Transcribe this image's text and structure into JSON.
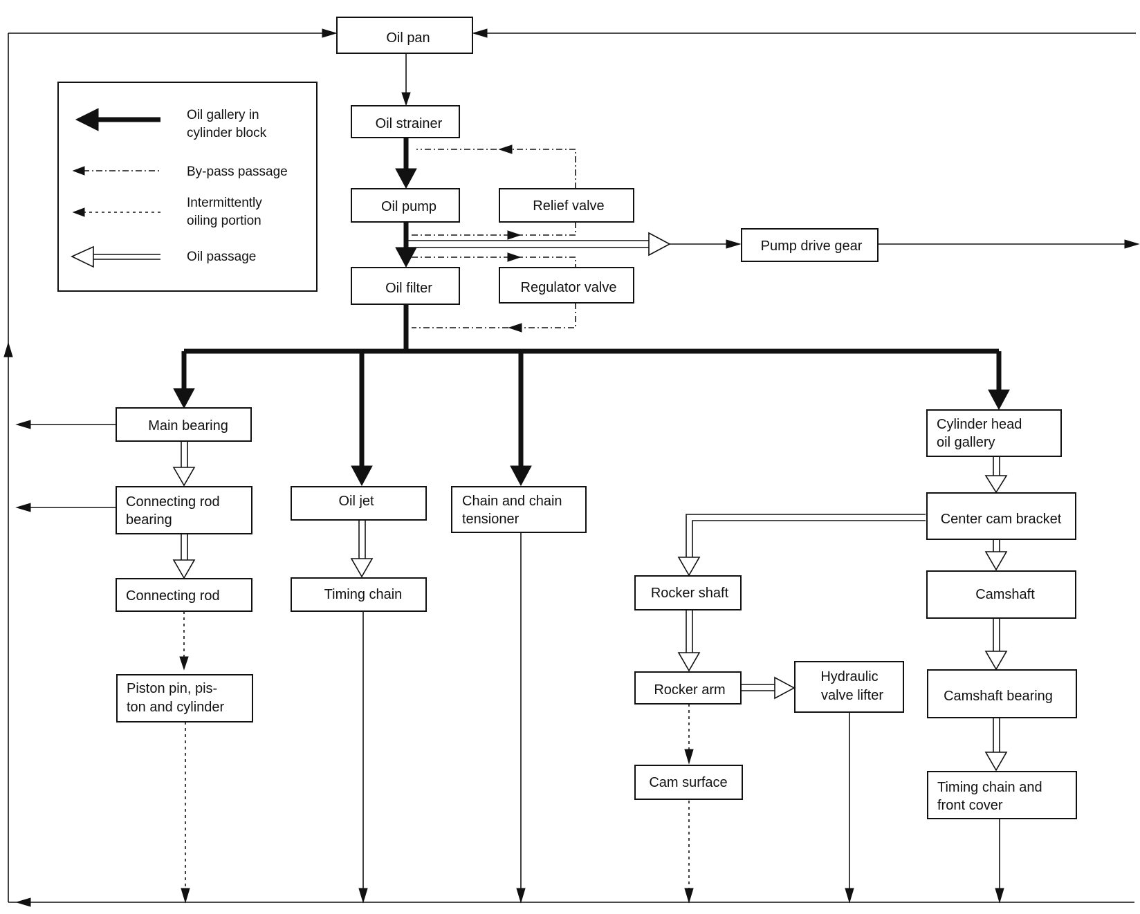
{
  "legend": {
    "gallery": [
      "Oil gallery in",
      "cylinder block"
    ],
    "bypass": [
      "By-pass passage"
    ],
    "intermittent": [
      "Intermittently",
      "oiling portion"
    ],
    "passage": [
      "Oil passage"
    ]
  },
  "nodes": {
    "oil_pan": [
      "Oil pan"
    ],
    "oil_strainer": [
      "Oil strainer"
    ],
    "oil_pump": [
      "Oil pump"
    ],
    "relief_valve": [
      "Relief valve"
    ],
    "oil_filter": [
      "Oil filter"
    ],
    "regulator_valve": [
      "Regulator valve"
    ],
    "pump_drive_gear": [
      "Pump drive gear"
    ],
    "main_bearing": [
      "Main bearing"
    ],
    "connecting_rod_bearing": [
      "Connecting rod",
      "bearing"
    ],
    "connecting_rod": [
      "Connecting rod"
    ],
    "piston_pin": [
      "Piston pin, pis-",
      "ton and cylinder"
    ],
    "oil_jet": [
      "Oil jet"
    ],
    "timing_chain": [
      "Timing chain"
    ],
    "chain_tensioner": [
      "Chain and chain",
      "tensioner"
    ],
    "cylinder_head_gallery": [
      "Cylinder head",
      "oil gallery"
    ],
    "center_cam_bracket": [
      "Center cam bracket"
    ],
    "rocker_shaft": [
      "Rocker shaft"
    ],
    "camshaft": [
      "Camshaft"
    ],
    "rocker_arm": [
      "Rocker arm"
    ],
    "hydraulic_valve_lifter": [
      "Hydraulic",
      "valve lifter"
    ],
    "camshaft_bearing": [
      "Camshaft bearing"
    ],
    "cam_surface": [
      "Cam surface"
    ],
    "timing_chain_front_cover": [
      "Timing chain and",
      "front cover"
    ]
  },
  "colors": {
    "ink": "#111111",
    "paper": "#ffffff"
  }
}
